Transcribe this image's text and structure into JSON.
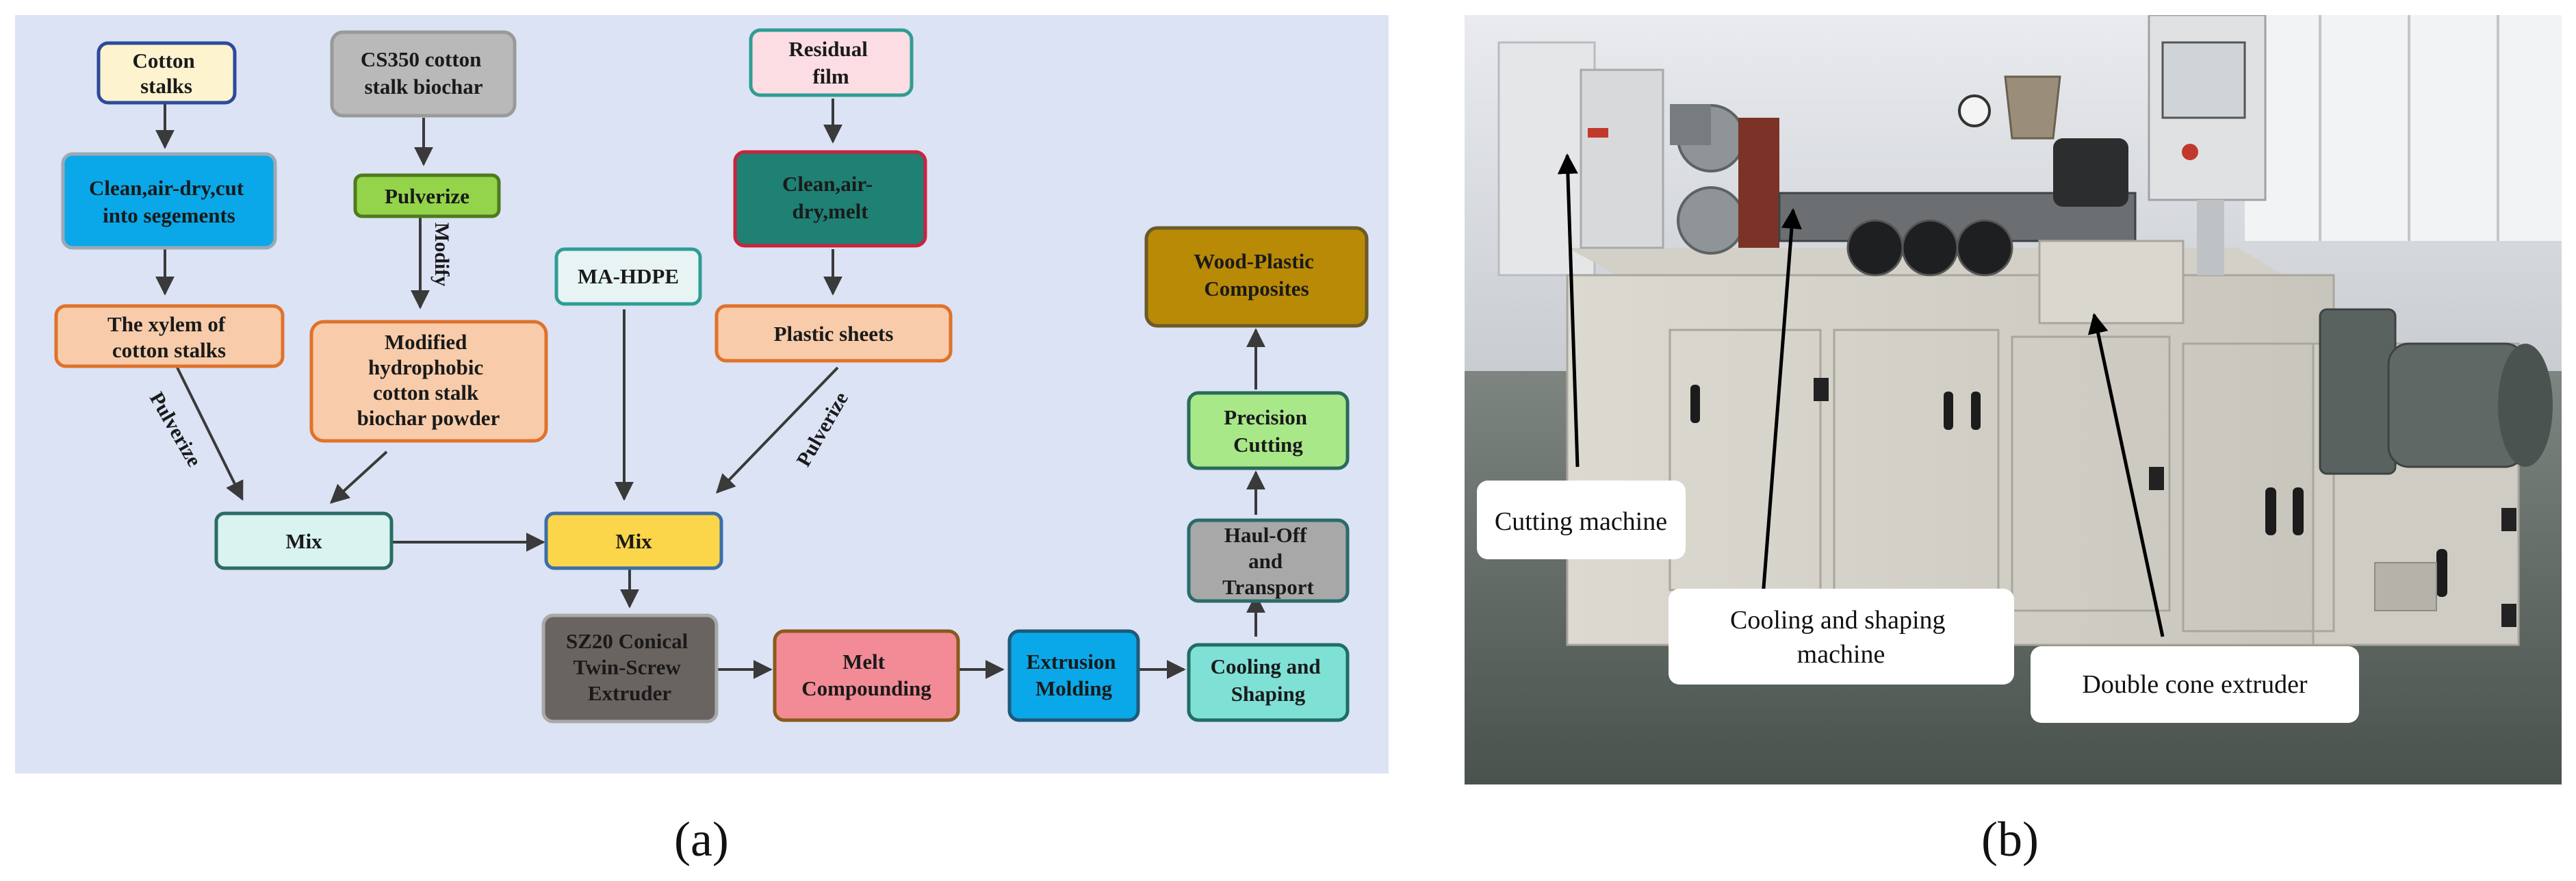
{
  "panel_a": {
    "caption": "(a)",
    "nodes": {
      "cotton_stalks": [
        "Cotton",
        "stalks"
      ],
      "clean_cut": [
        "Clean,air-dry,cut",
        "into segements"
      ],
      "xylem": [
        "The xylem of",
        "cotton stalks"
      ],
      "cs350": [
        "CS350 cotton",
        "stalk biochar"
      ],
      "pulverize_bio": [
        "Pulverize"
      ],
      "modified_biochar": [
        "Modified",
        "hydrophobic",
        "cotton stalk",
        "biochar powder"
      ],
      "ma_hdpe": [
        "MA-HDPE"
      ],
      "residual_film": [
        "Residual",
        "film"
      ],
      "clean_melt": [
        "Clean,air-",
        "dry,melt"
      ],
      "plastic_sheets": [
        "Plastic sheets"
      ],
      "mix1": [
        "Mix"
      ],
      "mix2": [
        "Mix"
      ],
      "extruder": [
        "SZ20 Conical",
        "Twin-Screw",
        "Extruder"
      ],
      "melt_compounding": [
        "Melt",
        "Compounding"
      ],
      "extrusion_molding": [
        "Extrusion",
        "Molding"
      ],
      "cooling_shaping": [
        "Cooling and",
        "Shaping"
      ],
      "haul_off": [
        "Haul-Off",
        "and",
        "Transport"
      ],
      "precision_cutting": [
        "Precision",
        "Cutting"
      ],
      "wpc": [
        "Wood-Plastic",
        "Composites"
      ]
    },
    "edge_labels": {
      "modify": "Modify",
      "pulverize_left": "Pulverize",
      "pulverize_right": "Pulverize"
    },
    "colors": {
      "background": "#dce3f5",
      "arrow": "#3a3a3a"
    }
  },
  "panel_b": {
    "caption": "(b)",
    "callouts": {
      "cutting_machine": [
        "Cutting machine"
      ],
      "cooling_shaping_machine": [
        "Cooling and shaping",
        "machine"
      ],
      "double_cone_extruder": [
        "Double cone extruder"
      ]
    }
  }
}
